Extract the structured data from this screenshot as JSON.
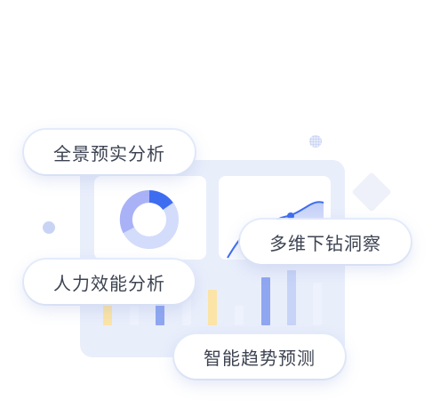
{
  "labels": {
    "panorama": "全景预实分析",
    "drilldown": "多维下钻洞察",
    "efficiency": "人力效能分析",
    "forecast": "智能趋势预测"
  },
  "colors": {
    "board": "#e9eefb",
    "donut_blue": "#3f6df0",
    "donut_violet": "#a9b2f7",
    "donut_light": "#d3dcfb",
    "line_blue": "#3f6df0",
    "bar_yellow": "#fbe4a6",
    "bar_blue": "#8fa7f1",
    "bar_pale": "#eef2fd"
  },
  "icons": [
    "donut-chart-icon",
    "line-chart-icon",
    "bar-chart-icon"
  ]
}
